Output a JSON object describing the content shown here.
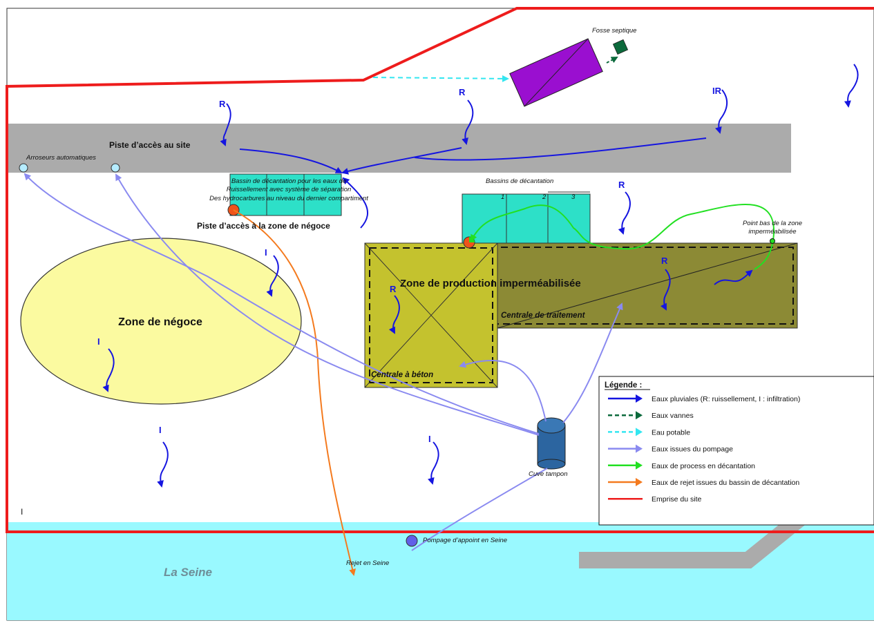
{
  "labels": {
    "fosse": "Fosse septique",
    "arroseurs": "Arroseurs automatiques",
    "piste_site": "Piste d’accès au site",
    "bassin_l1": "Bassin de décantation pour les eaux de",
    "bassin_l2": "Ruissellement avec système de séparation",
    "bassin_l3": "Des hydrocarbures au niveau du dernier compartiment",
    "piste_negoce": "Piste d’accès à la zone de négoce",
    "bassins_dec": "Bassins de décantation",
    "b1": "1",
    "b2": "2",
    "b3": "3",
    "point_bas_1": "Point bas de la zone",
    "point_bas_2": "imperméabilisée",
    "zone_prod": "Zone de production imperméabilisée",
    "centrale_trait": "Centrale de traitement",
    "centrale_beton": "Centrale à béton",
    "zone_negoce": "Zone de négoce",
    "cuve": "Cuve tampon",
    "pompage": "Pompage d’appoint en Seine",
    "rejet": "Rejet en Seine",
    "seine": "La Seine",
    "stray_i": "I"
  },
  "flow_letters": {
    "r1": "R",
    "r2": "R",
    "r3": "IR",
    "r4": "R",
    "r5": "R",
    "r6": "R",
    "i1": "I",
    "i2": "I",
    "i3": "I",
    "i4": "I"
  },
  "legend": {
    "title": "Légende :",
    "items": [
      {
        "label": "Eaux pluviales (R: ruissellement, I : infiltration)",
        "color": "#1515e0",
        "dashed": false
      },
      {
        "label": "Eaux vannes",
        "color": "#0c6a3c",
        "dashed": true
      },
      {
        "label": "Eau potable",
        "color": "#33e6f0",
        "dashed": true
      },
      {
        "label": "Eaux issues du pompage",
        "color": "#8a8af0",
        "dashed": false
      },
      {
        "label": "Eaux de process en décantation",
        "color": "#22e022",
        "dashed": false
      },
      {
        "label": "Eaux de rejet issues du bassin de décantation",
        "color": "#f47a1e",
        "dashed": false
      },
      {
        "label": "Emprise du site",
        "color": "#ee1c1c",
        "dashed": false
      }
    ]
  },
  "colors": {
    "site_boundary": "#ee1c1c",
    "seine": "#99f9ff",
    "road": "#ababab",
    "zone_negoce": "#fbfaa0",
    "zone_production": "#8c8a35",
    "centrale_beton": "#c4c22e",
    "bassin": "#2de0c8",
    "fosse": "#9a0fd0"
  }
}
